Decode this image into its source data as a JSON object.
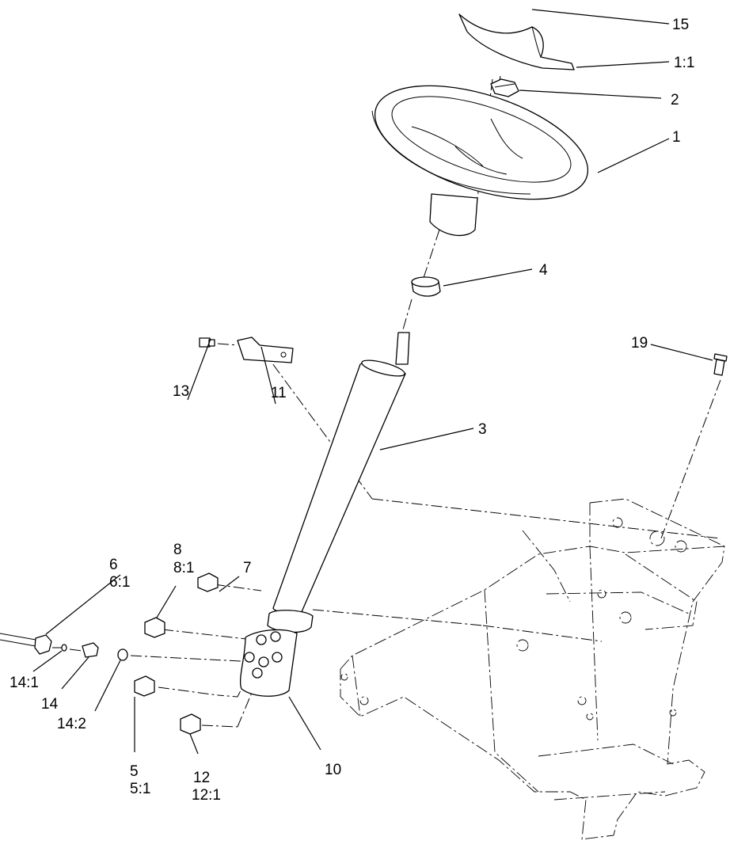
{
  "callouts": {
    "c15": "15",
    "c1_1": "1:1",
    "c2": "2",
    "c1": "1",
    "c4": "4",
    "c19": "19",
    "c13": "13",
    "c11": "11",
    "c3": "3",
    "c8": "8",
    "c8_1": "8:1",
    "c7": "7",
    "c6": "6",
    "c6_1": "6:1",
    "c14_1": "14:1",
    "c14": "14",
    "c14_2": "14:2",
    "c5": "5",
    "c5_1": "5:1",
    "c12": "12",
    "c12_1": "12:1",
    "c10": "10"
  }
}
